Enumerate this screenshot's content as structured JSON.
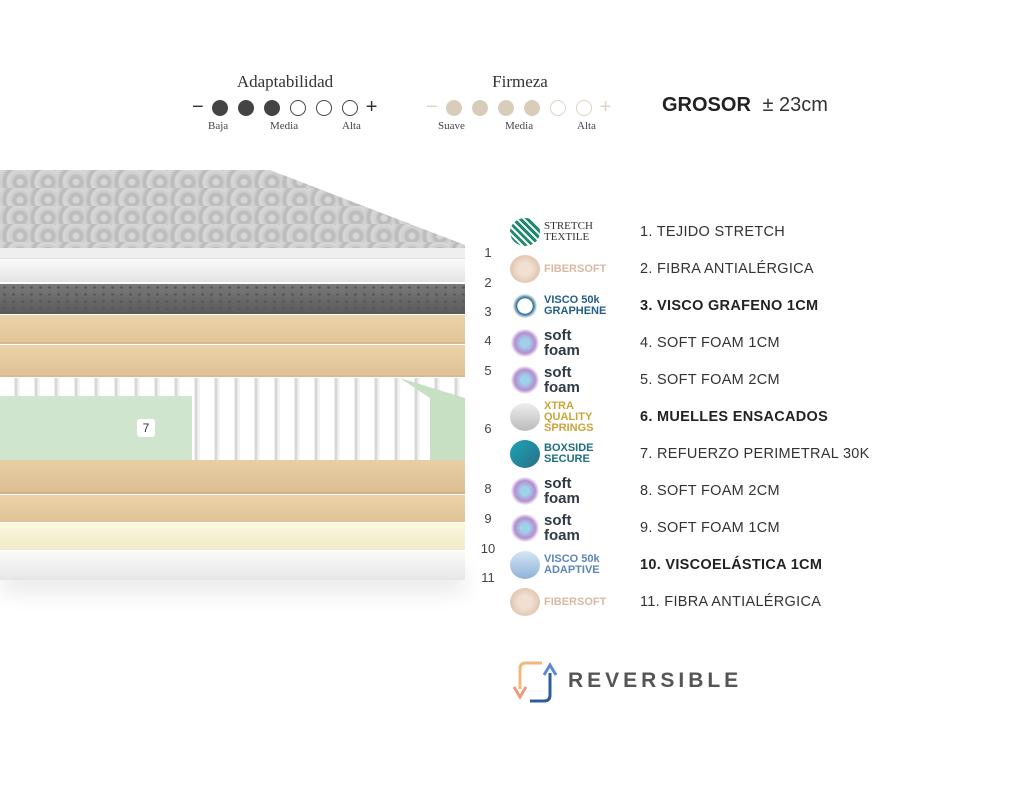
{
  "ratings": {
    "adaptability": {
      "title": "Adaptabilidad",
      "minus": "−",
      "plus": "+",
      "filled": 3,
      "total": 6,
      "labels": [
        "Baja",
        "Media",
        "Alta"
      ],
      "color": "#444444"
    },
    "firmness": {
      "title": "Firmeza",
      "minus": "−",
      "plus": "+",
      "filled": 4,
      "total": 6,
      "labels": [
        "Suave",
        "Media",
        "Alta"
      ],
      "color": "#d8cdbb"
    }
  },
  "thickness": {
    "label": "GROSOR",
    "value": "± 23cm"
  },
  "diagram": {
    "numbers": [
      "1",
      "2",
      "3",
      "4",
      "5",
      "6",
      "7",
      "8",
      "9",
      "10",
      "11"
    ]
  },
  "layers": [
    {
      "logo": [
        "STRETCH",
        "TEXTILE"
      ],
      "text": "1. TEJIDO STRETCH",
      "bold": false
    },
    {
      "logo": [
        "FIBERSOFT"
      ],
      "text": "2. FIBRA ANTIALÉRGICA",
      "bold": false
    },
    {
      "logo": [
        "VISCO 50k",
        "GRAPHENE"
      ],
      "text": "3. VISCO GRAFENO 1CM",
      "bold": true
    },
    {
      "logo": [
        "soft",
        "foam"
      ],
      "text": "4. SOFT FOAM 1CM",
      "bold": false
    },
    {
      "logo": [
        "soft",
        "foam"
      ],
      "text": "5. SOFT FOAM 2CM",
      "bold": false
    },
    {
      "logo": [
        "XTRA QUALITY",
        "SPRINGS"
      ],
      "text": "6. MUELLES ENSACADOS",
      "bold": true
    },
    {
      "logo": [
        "BOXSIDE",
        "SECURE"
      ],
      "text": "7. REFUERZO PERIMETRAL 30K",
      "bold": false
    },
    {
      "logo": [
        "soft",
        "foam"
      ],
      "text": "8. SOFT FOAM 2CM",
      "bold": false
    },
    {
      "logo": [
        "soft",
        "foam"
      ],
      "text": "9. SOFT FOAM 1CM",
      "bold": false
    },
    {
      "logo": [
        "VISCO 50k",
        "ADAPTIVE"
      ],
      "text": "10. VISCOELÁSTICA 1CM",
      "bold": true
    },
    {
      "logo": [
        "FIBERSOFT"
      ],
      "text": "11. FIBRA ANTIALÉRGICA",
      "bold": false
    }
  ],
  "reversible": {
    "label": "REVERSIBLE"
  }
}
